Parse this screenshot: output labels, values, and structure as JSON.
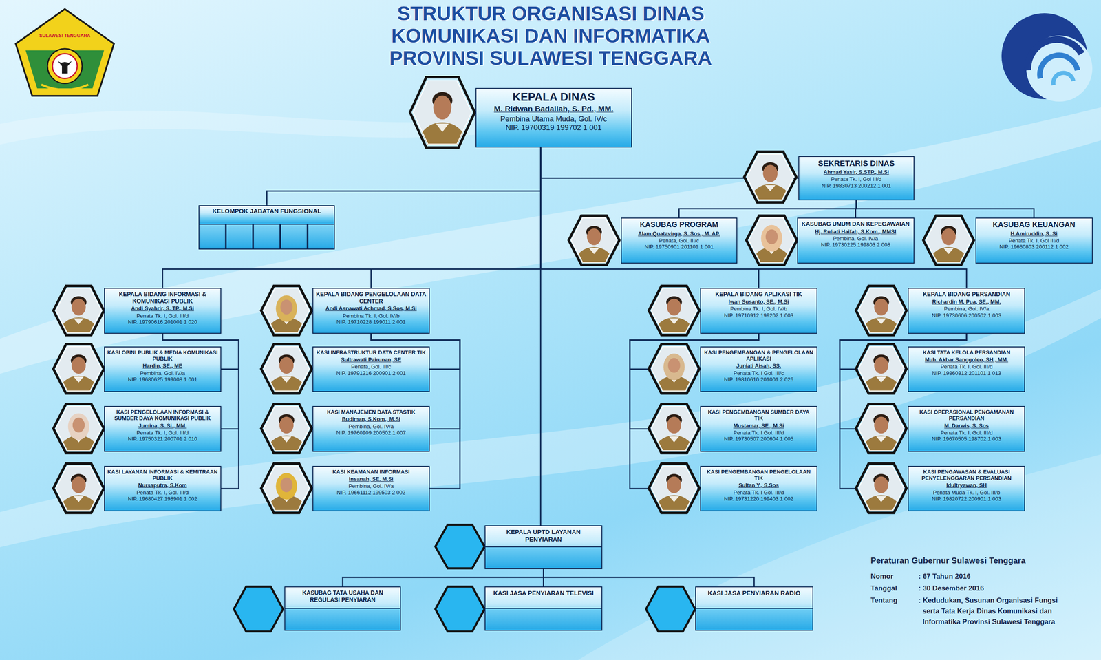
{
  "diagram": {
    "title": "STRUKTUR ORGANISASI DINAS KOMUNIKASI DAN INFORMATIKA PROVINSI SULAWESI TENGGARA",
    "nodes": [
      {
        "text": [
          "KEPALA DINAS",
          "M. Ridwan Badallah, S. Pd., MM.",
          "Pembina Utama Muda, Gol. IV/c",
          "NIP. 19700319 199702 1 001"
        ]
      },
      {
        "text": [
          "SEKRETARIS DINAS",
          "Ahmad Yasir, S.STP., M.Si",
          "Penata Tk. I, Gol III/d",
          "NIP. 19830713 200212 1 001"
        ]
      },
      {
        "text": [
          "KELOMPOK JABATAN FUNGSIONAL"
        ]
      },
      {
        "text": [
          "KASUBAG PROGRAM",
          "Alam Quatavirga, S. Sos., M. AP.",
          "Penata, Gol. III/c",
          "NIP. 19750901 201101 1 001"
        ]
      },
      {
        "text": [
          "KASUBAG UMUM DAN KEPEGAWAIAN",
          "Hj. Ruliati Haifah, S.Kom., MMSI",
          "Pembina, Gol. IV/a",
          "NIP. 19730225 199803 2 008"
        ]
      },
      {
        "text": [
          "KASUBAG KEUANGAN",
          "H.Amiruddin, S. Si",
          "Penata Tk. I, Gol III/d",
          "NIP. 19660803 200112 1 002"
        ]
      },
      {
        "text": [
          "KEPALA BIDANG INFORMASI & KOMUNIKASI PUBLIK",
          "Andi Syahrir, S. TP., M.Si",
          "Penata Tk. I, Gol. III/d",
          "NIP. 19790616 201001 1 020"
        ]
      },
      {
        "text": [
          "KEPALA BIDANG PENGELOLAAN DATA CENTER",
          "Andi Asnawati Achmad, S.Sos, M.Si",
          "Pembina Tk. I, Gol. IV/b",
          "NIP. 19710228 199011 2 001"
        ]
      },
      {
        "text": [
          "KEPALA BIDANG APLIKASI TIK",
          "Iwan Susanto, SE., M.Si",
          "Pembina Tk. I, Gol. IV/b",
          "NIP. 19710912 199202 1 003"
        ]
      },
      {
        "text": [
          "KEPALA BIDANG PERSANDIAN",
          "Richardin M. Pua, SE., MM.",
          "Pembina, Gol. IV/a",
          "NIP. 19730606 200502 1 003"
        ]
      },
      {
        "text": [
          "KASI OPINI PUBLIK & MEDIA KOMUNIKASI PUBLIK",
          "Hardin, SE., ME",
          "Pembina, Gol. IV/a",
          "NIP. 19680625 199008 1 001"
        ]
      },
      {
        "text": [
          "KASI PENGELOLAAN INFORMASI & SUMBER DAYA KOMUNIKASI PUBLIK",
          "Jumina, S. Si., MM.",
          "Penata Tk. I, Gol. III/d",
          "NIP. 19750321 200701 2 010"
        ]
      },
      {
        "text": [
          "KASI LAYANAN INFORMASI & KEMITRAAN PUBLIK",
          "Nursaputra, S.Kom",
          "Penata Tk. I, Gol. III/d",
          "NIP. 19680427 198901 1 002"
        ]
      },
      {
        "text": [
          "KASI INFRASTRUKTUR DATA CENTER TIK",
          "Sultrawati Pairunan, SE",
          "Penata, Gol. III/c",
          "NIP. 19791216 200901 2 001"
        ]
      },
      {
        "text": [
          "KASI MANAJEMEN DATA STASTIK",
          "Budiman, S.Kom., M.Si",
          "Pembina, Gol. IV/a",
          "NIP. 19760909 200502 1 007"
        ]
      },
      {
        "text": [
          "KASI KEAMANAN INFORMASI",
          "Insanah, SE. M.Si",
          "Pembina, Gol. IV/a",
          "NIP. 19661112 199503 2 002"
        ]
      },
      {
        "text": [
          "KASI PENGEMBANGAN & PENGELOLAAN APLIKASI",
          "Juniati Aisah, SS.",
          "Penata Tk. I Gol. III/c",
          "NIP. 19810610 201001 2 026"
        ]
      },
      {
        "text": [
          "KASI PENGEMBANGAN SUMBER DAYA TIK",
          "Mustamar, SE., M.Si",
          "Penata Tk. I Gol. III/d",
          "NIP. 19730507 200604 1 005"
        ]
      },
      {
        "text": [
          "KASI PENGEMBANGAN PENGELOLAAN TIK",
          "Sultan Y., S.Sos",
          "Penata Tk. I Gol. III/d",
          "NIP. 19731220 199403 1 002"
        ]
      },
      {
        "text": [
          "KASI TATA KELOLA PERSANDIAN",
          "Muh. Akbar Sanggoleo, SH., MM.",
          "Penata Tk. I, Gol. III/d",
          "NIP. 19860312 201101 1 013"
        ]
      },
      {
        "text": [
          "KASI OPERASIONAL PENGAMANAN PERSANDIAN",
          "M. Darwis, S. Sos",
          "Penata Tk. I, Gol. III/d",
          "NIP. 19670505 198702 1 003"
        ]
      },
      {
        "text": [
          "KASI PENGAWASAN & EVALUASI PENYELENGGARAN PERSANDIAN",
          "Idultryawan, SH",
          "Penata Muda Tk. I, Gol. III/b",
          "NIP. 19820722 200901 1 003"
        ]
      },
      {
        "text": [
          "KEPALA UPTD LAYANAN PENYIARAN"
        ]
      },
      {
        "text": [
          "KASUBAG TATA USAHA DAN REGULASI PENYIARAN"
        ]
      },
      {
        "text": [
          "KASI JASA PENYIARAN TELEVISI"
        ]
      },
      {
        "text": [
          "KASI JASA PENYIARAN RADIO"
        ]
      }
    ],
    "edges": [
      {
        "from": 0,
        "to": 1,
        "arrow": "none"
      },
      {
        "from": 0,
        "to": 2,
        "arrow": "none"
      },
      {
        "from": 0,
        "to": 6,
        "arrow": "none"
      },
      {
        "from": 0,
        "to": 7,
        "arrow": "none"
      },
      {
        "from": 0,
        "to": 8,
        "arrow": "none"
      },
      {
        "from": 0,
        "to": 9,
        "arrow": "none"
      },
      {
        "from": 0,
        "to": 22,
        "arrow": "none"
      },
      {
        "from": 1,
        "to": 3,
        "arrow": "none"
      },
      {
        "from": 1,
        "to": 4,
        "arrow": "none"
      },
      {
        "from": 1,
        "to": 5,
        "arrow": "none"
      },
      {
        "from": 6,
        "to": 10,
        "arrow": "none"
      },
      {
        "from": 6,
        "to": 11,
        "arrow": "none"
      },
      {
        "from": 6,
        "to": 12,
        "arrow": "none"
      },
      {
        "from": 7,
        "to": 13,
        "arrow": "none"
      },
      {
        "from": 7,
        "to": 14,
        "arrow": "none"
      },
      {
        "from": 7,
        "to": 15,
        "arrow": "none"
      },
      {
        "from": 8,
        "to": 16,
        "arrow": "none"
      },
      {
        "from": 8,
        "to": 17,
        "arrow": "none"
      },
      {
        "from": 8,
        "to": 18,
        "arrow": "none"
      },
      {
        "from": 9,
        "to": 19,
        "arrow": "none"
      },
      {
        "from": 9,
        "to": 20,
        "arrow": "none"
      },
      {
        "from": 9,
        "to": 21,
        "arrow": "none"
      },
      {
        "from": 22,
        "to": 23,
        "arrow": "none"
      },
      {
        "from": 22,
        "to": 24,
        "arrow": "none"
      },
      {
        "from": 22,
        "to": 25,
        "arrow": "none"
      }
    ],
    "labels": [
      "SULAWESI TENGGARA",
      "Peraturan Gubernur Sulawesi Tenggara",
      "Nomor",
      ": 67 Tahun 2016",
      "Tanggal",
      ": 30 Desember 2016",
      "Tentang",
      ": Kedudukan, Susunan Organisasi Fungsi serta Tata Kerja Dinas Komunikasi dan Informatika Provinsi Sulawesi Tenggara"
    ]
  }
}
